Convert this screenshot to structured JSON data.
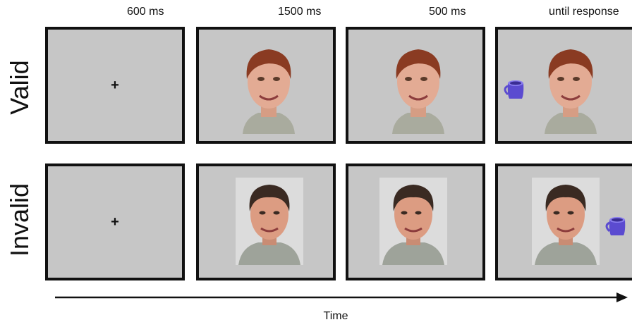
{
  "timing_labels": [
    "600 ms",
    "1500 ms",
    "500 ms",
    "until response"
  ],
  "rows": [
    {
      "label": "Valid",
      "fixation": "+"
    },
    {
      "label": "Invalid",
      "fixation": "+"
    }
  ],
  "axis": {
    "label": "Time"
  },
  "colors": {
    "screen": "#c6c6c6",
    "frame": "#111111",
    "mug": "#5b4bd0"
  }
}
